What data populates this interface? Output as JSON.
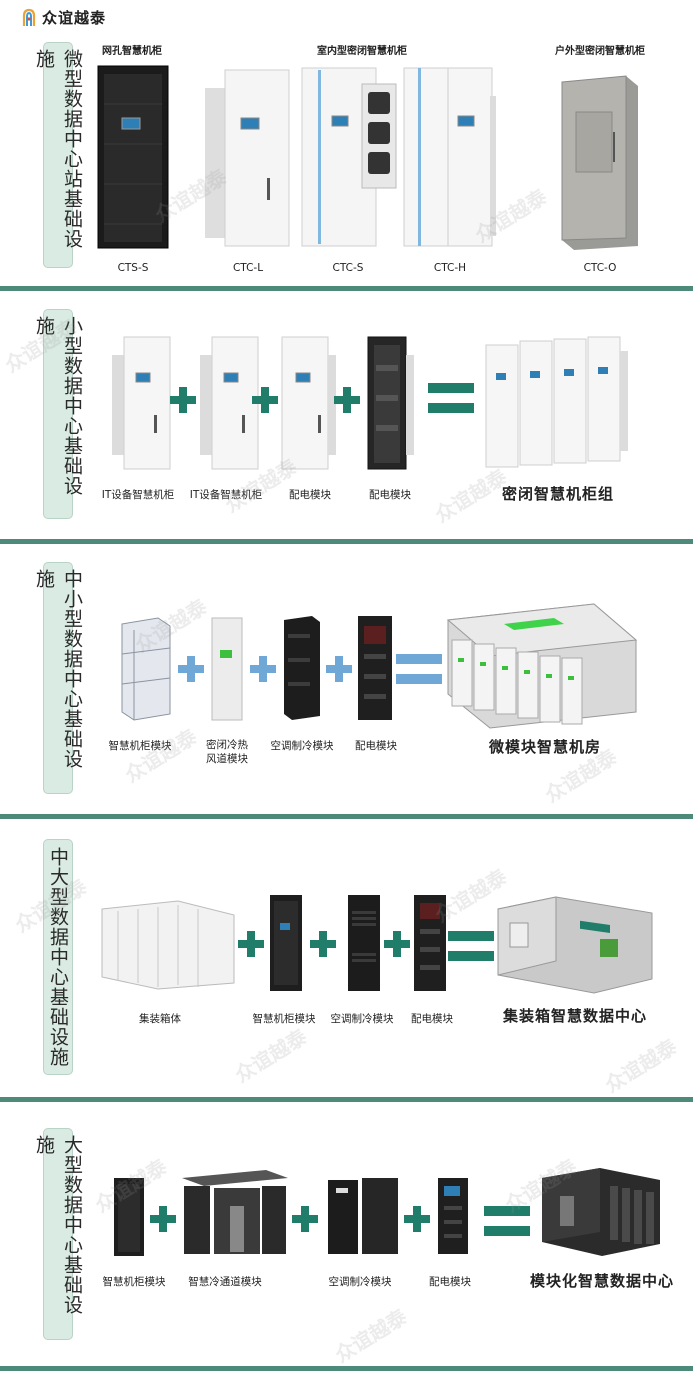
{
  "brand": {
    "name": "众谊越泰",
    "logo_icon": "brand-logo-icon"
  },
  "colors": {
    "accent_teal": "#1f7d6a",
    "accent_blue": "#6fa8d6",
    "divider": "#4d8a7a",
    "label_bg": "#d9ebe2"
  },
  "watermark": "众谊越泰",
  "sections": [
    {
      "label": "微型数据中心站基础设施",
      "group_titles": [
        "网孔智慧机柜",
        "室内型密闭智慧机柜",
        "户外型密闭智慧机柜"
      ],
      "items": [
        "CTS-S",
        "CTC-L",
        "CTC-S",
        "CTC-H",
        "CTC-O"
      ]
    },
    {
      "label": "小型数据中心基础设施",
      "items": [
        "IT设备智慧机柜",
        "IT设备智慧机柜",
        "配电模块",
        "配电模块"
      ],
      "result": "密闭智慧机柜组"
    },
    {
      "label": "中小型数据中心基础设施",
      "items": [
        "智慧机柜模块",
        "密闭冷热风道模块",
        "空调制冷模块",
        "配电模块"
      ],
      "result": "微模块智慧机房"
    },
    {
      "label": "中大型数据中心基础设施",
      "items": [
        "集装箱体",
        "智慧机柜模块",
        "空调制冷模块",
        "配电模块"
      ],
      "result": "集装箱智慧数据中心"
    },
    {
      "label": "大型数据中心基础设施",
      "items": [
        "智慧机柜模块",
        "智慧冷通道模块",
        "空调制冷模块",
        "配电模块"
      ],
      "result": "模块化智慧数据中心"
    }
  ]
}
